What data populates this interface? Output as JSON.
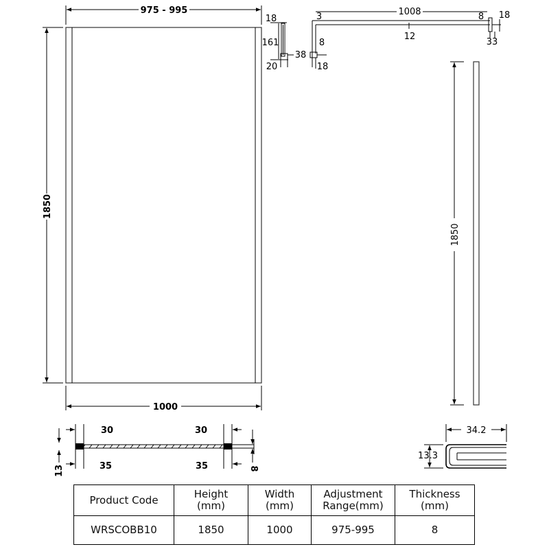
{
  "front_view": {
    "top_width_dim": "975 - 995",
    "height_dim": "1850",
    "bottom_width_dim": "1000"
  },
  "profile_detail": {
    "dim_18": "18",
    "dim_161": "161",
    "dim_38": "38",
    "dim_20": "20"
  },
  "top_view": {
    "dim_3": "3",
    "dim_1008": "1008",
    "dim_12": "12",
    "dim_8_right": "8",
    "dim_18_right": "18",
    "dim_33": "33",
    "dim_8_left": "8",
    "dim_18_left": "18"
  },
  "side_view": {
    "height_dim": "1850"
  },
  "section_view": {
    "dim_30_left": "30",
    "dim_30_right": "30",
    "dim_35_left": "35",
    "dim_35_right": "35",
    "dim_13": "13",
    "dim_8": "8"
  },
  "channel_detail": {
    "width_dim": "34.2",
    "height_dim": "13.3"
  },
  "spec_table": {
    "headers": [
      "Product Code",
      "Height\n(mm)",
      "Width\n(mm)",
      "Adjustment\nRange(mm)",
      "Thickness\n(mm)"
    ],
    "row": [
      "WRSCOBB10",
      "1850",
      "1000",
      "975-995",
      "8"
    ]
  }
}
